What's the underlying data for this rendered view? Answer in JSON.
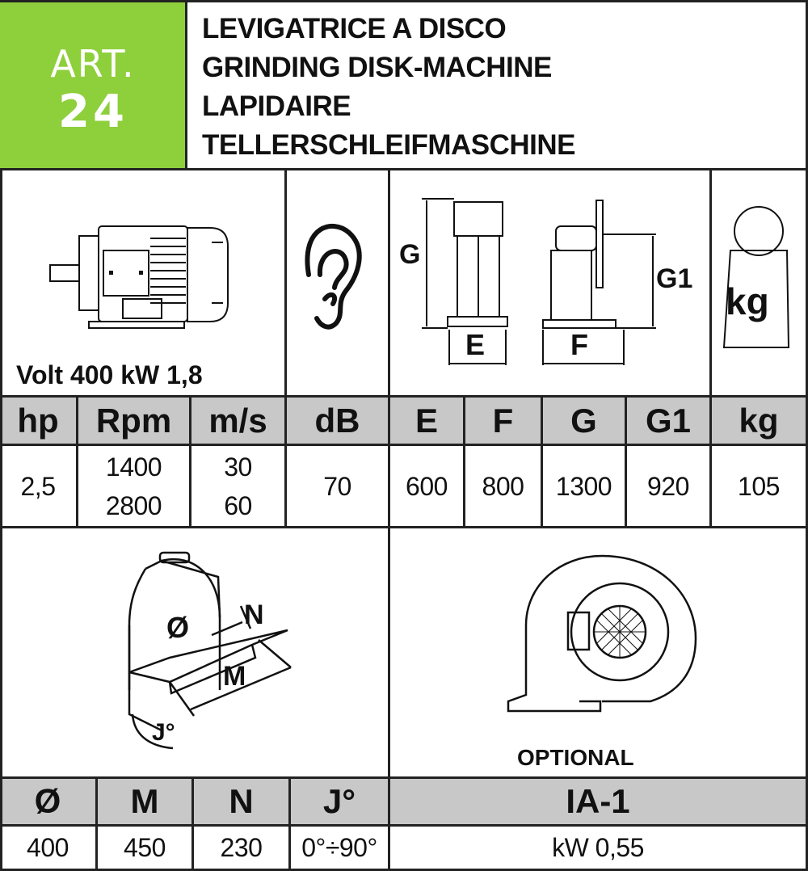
{
  "article": {
    "word": "ART.",
    "number": "24"
  },
  "titles": [
    "LEVIGATRICE A DISCO",
    "GRINDING DISK-MACHINE",
    "LAPIDAIRE",
    "TELLERSCHLEIFMASCHINE"
  ],
  "motor": {
    "volt_label": "Volt 400 kW 1,8"
  },
  "dimension_labels": {
    "g": "G",
    "e": "E",
    "f": "F",
    "g1": "G1",
    "kg": "kg"
  },
  "specs": {
    "headers": [
      "hp",
      "Rpm",
      "m/s",
      "dB",
      "E",
      "F",
      "G",
      "G1",
      "kg"
    ],
    "values": {
      "hp": "2,5",
      "rpm_1": "1400",
      "rpm_2": "2800",
      "ms_1": "30",
      "ms_2": "60",
      "db": "70",
      "e": "600",
      "f": "800",
      "g": "1300",
      "g1": "920",
      "kg": "105"
    }
  },
  "disc_labels": {
    "diameter": "Ø",
    "n": "N",
    "m": "M",
    "angle": "J°"
  },
  "optional_label": "OPTIONAL",
  "disc_specs": {
    "headers": [
      "Ø",
      "M",
      "N",
      "J°"
    ],
    "values": [
      "400",
      "450",
      "230",
      "0°÷90°"
    ]
  },
  "accessory": {
    "header": "IA-1",
    "value": "kW 0,55"
  }
}
